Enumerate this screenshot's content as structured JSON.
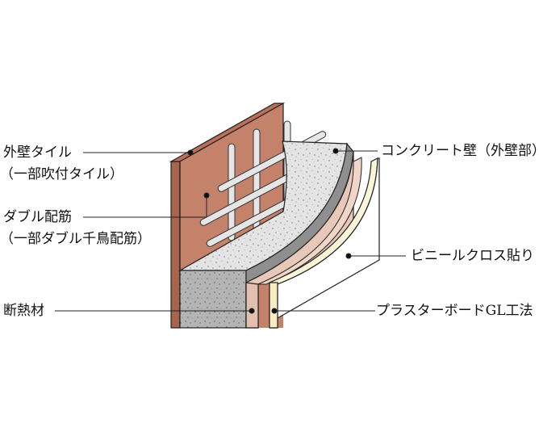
{
  "labels": {
    "exterior_tile": "外壁タイル",
    "exterior_tile_note": "（一部吹付タイル）",
    "double_rebar": "ダブル配筋",
    "double_rebar_note": "（一部ダブル千鳥配筋）",
    "insulation": "断熱材",
    "concrete_wall": "コンクリート壁（外壁部）",
    "vinyl_cloth": "ビニールクロス貼り",
    "plasterboard": "プラスターボードGL工法"
  },
  "colors": {
    "tile": "#c4826a",
    "concrete_top": "#e2e2e2",
    "concrete_front": "#b4b4b4",
    "insulation": "#e8c8b8",
    "vinyl_cloth": "#faf6e0",
    "rebar": "#e4e4e4",
    "outline": "#222222"
  }
}
